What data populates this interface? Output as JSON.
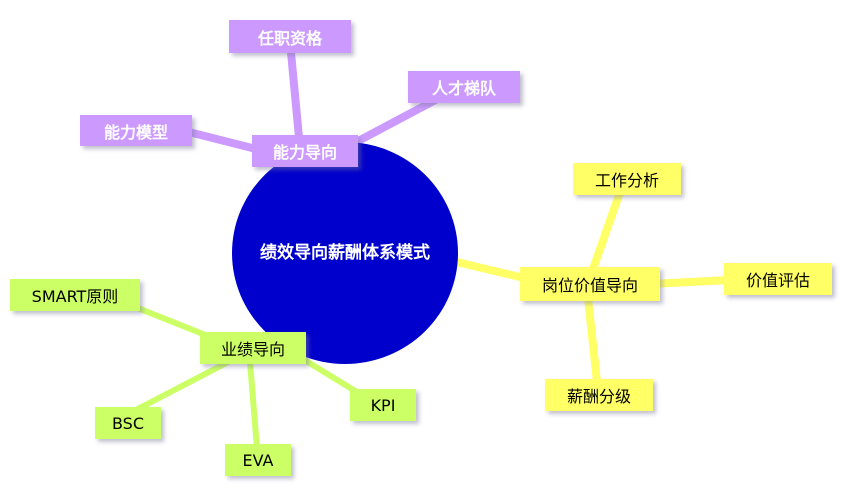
{
  "diagram": {
    "title": "绩效导向薪酬体系模式 mind map",
    "colors": {
      "center_blue": "#0000CC",
      "branch_purple": "#CC99FF",
      "branch_yellow": "#FFFF66",
      "branch_green": "#CCFF66",
      "center_text": "#FFFFFF"
    },
    "nodes": {
      "center": "绩效导向薪酬体系模式",
      "ability": "能力导向",
      "qualification": "任职资格",
      "talent": "人才梯队",
      "model": "能力模型",
      "position": "岗位价值导向",
      "job_analysis": "工作分析",
      "value_eval": "价值评估",
      "salary_grade": "薪酬分级",
      "performance": "业绩导向",
      "smart": "SMART原则",
      "bsc": "BSC",
      "eva": "EVA",
      "kpi": "KPI"
    },
    "structure": [
      {
        "branch": "能力导向",
        "color": "#CC99FF",
        "children": [
          "任职资格",
          "人才梯队",
          "能力模型"
        ]
      },
      {
        "branch": "岗位价值导向",
        "color": "#FFFF66",
        "children": [
          "工作分析",
          "价值评估",
          "薪酬分级"
        ]
      },
      {
        "branch": "业绩导向",
        "color": "#CCFF66",
        "children": [
          "SMART原则",
          "BSC",
          "EVA",
          "KPI"
        ]
      }
    ]
  }
}
